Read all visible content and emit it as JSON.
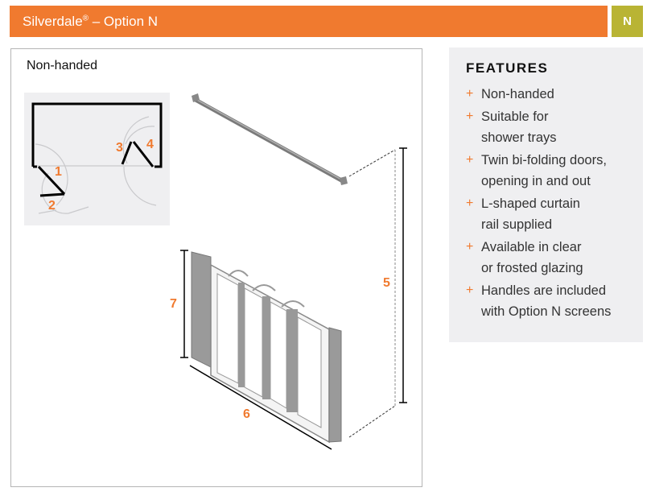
{
  "header": {
    "title": "Silverdale",
    "registered": "®",
    "title_suffix": " – Option N",
    "badge": "N",
    "bar_color": "#f07a2f",
    "badge_color": "#b9b434"
  },
  "diagram_panel": {
    "label": "Non-handed",
    "plan_labels": [
      "1",
      "2",
      "3",
      "4"
    ],
    "dimension_labels": [
      "5",
      "6",
      "7"
    ],
    "accent_color": "#f07a2f"
  },
  "features": {
    "title": "FEATURES",
    "items": [
      {
        "line1": "Non-handed",
        "line2": ""
      },
      {
        "line1": "Suitable for",
        "line2": "shower trays"
      },
      {
        "line1": "Twin bi-folding doors,",
        "line2": "opening in and out"
      },
      {
        "line1": "L-shaped curtain",
        "line2": "rail supplied"
      },
      {
        "line1": "Available in clear",
        "line2": "or frosted glazing"
      },
      {
        "line1": "Handles are included",
        "line2": "with Option N screens"
      }
    ]
  }
}
